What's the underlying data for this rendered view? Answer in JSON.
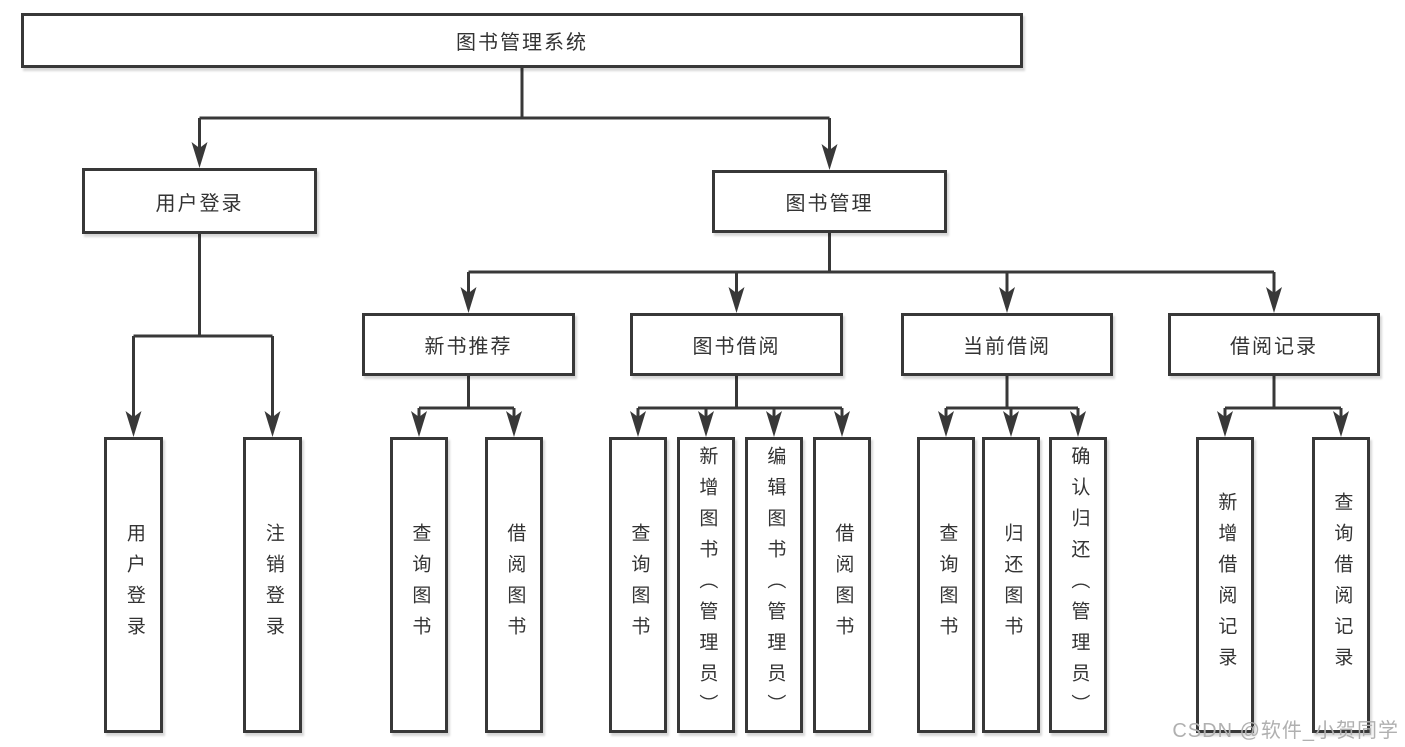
{
  "diagram": {
    "title": "图书管理系统",
    "watermark": "CSDN @软件_小贺同学",
    "colors": {
      "line": "#383838",
      "text": "#333333",
      "background": "#ffffff",
      "watermark": "#b0b0b0"
    },
    "nodes": [
      {
        "id": "root",
        "label": "图书管理系统",
        "parent": null
      },
      {
        "id": "user-login",
        "label": "用户登录",
        "parent": "root"
      },
      {
        "id": "book-mgmt",
        "label": "图书管理",
        "parent": "root"
      },
      {
        "id": "new-book-rec",
        "label": "新书推荐",
        "parent": "book-mgmt"
      },
      {
        "id": "book-borrow",
        "label": "图书借阅",
        "parent": "book-mgmt"
      },
      {
        "id": "current-borrow",
        "label": "当前借阅",
        "parent": "book-mgmt"
      },
      {
        "id": "borrow-records",
        "label": "借阅记录",
        "parent": "book-mgmt"
      },
      {
        "id": "user-login-action",
        "label": "用户登录",
        "parent": "user-login"
      },
      {
        "id": "logout-action",
        "label": "注销登录",
        "parent": "user-login"
      },
      {
        "id": "rec-query-book",
        "label": "查询图书",
        "parent": "new-book-rec"
      },
      {
        "id": "rec-borrow-book",
        "label": "借阅图书",
        "parent": "new-book-rec"
      },
      {
        "id": "borrow-query-book",
        "label": "查询图书",
        "parent": "book-borrow"
      },
      {
        "id": "borrow-add-book",
        "label": "新增图书（管理员）",
        "parent": "book-borrow"
      },
      {
        "id": "borrow-edit-book",
        "label": "编辑图书（管理员）",
        "parent": "book-borrow"
      },
      {
        "id": "borrow-borrow-book",
        "label": "借阅图书",
        "parent": "book-borrow"
      },
      {
        "id": "current-query-book",
        "label": "查询图书",
        "parent": "current-borrow"
      },
      {
        "id": "current-return-book",
        "label": "归还图书",
        "parent": "current-borrow"
      },
      {
        "id": "current-confirm-return",
        "label": "确认归还（管理员）",
        "parent": "current-borrow"
      },
      {
        "id": "records-add",
        "label": "新增借阅记录",
        "parent": "borrow-records"
      },
      {
        "id": "records-query",
        "label": "查询借阅记录",
        "parent": "borrow-records"
      }
    ]
  }
}
